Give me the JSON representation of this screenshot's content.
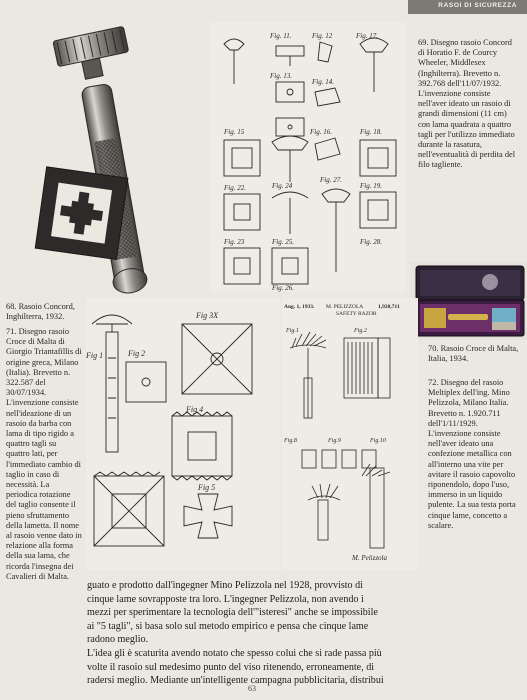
{
  "header": {
    "section": "RASOI DI SICUREZZA"
  },
  "captions": {
    "c69": "69. Disegno rasoio Concord di Horatio F. de Courcy Wheeler, Middlesex (Inghilterra). Brevetto n. 392.768 dell'11/07/1932. L'invenzione consiste nell'aver ideato un rasoio di grandi dimensioni (11 cm) con lama quadrata a quattro tagli per l'utilizzo immediato durante la rasatura, nell'eventualità di perdita del filo tagliente.",
    "c68": "68. Rasoio Concord, Inghilterra, 1932.",
    "c71": "71. Disegno rasoio Croce di Malta di Giorgio Triantafillis di origine greca, Milano (Italia). Brevetto n. 322.587 del 30/07/1934. L'invenzione consiste nell'ideazione di un rasoio da barba con lama di tipo rigido a quattro tagli su quattro lati, per l'immediato cambio di taglio in caso di necessità. La periodica rotazione del taglio consente il pieno sfruttamento della lametta. Il nome al rasoio venne dato in relazione alla forma della sua lama, che ricorda l'insegna dei Cavalieri di Malta.",
    "c70": "70. Rasoio Croce di Malta, Italia, 1934.",
    "c72": "72. Disegno del rasoio Meltiplex dell'ing. Mino Pelizzola, Milano Italia. Brevetto n. 1.920.711 dell'1/11/1929. L'invenzione consiste nell'aver ideato una confezione metallica con all'interno una vite per avitare il rasoio capovolto riponendolo, dopo l'uso, immerso in un liquido pulente. La sua testa porta cinque lame, concetto a scalare."
  },
  "figure_labels": {
    "fig11": "Fig. 11.",
    "fig12": "Fig. 12",
    "fig17": "Fig. 17.",
    "fig13": "Fig. 13.",
    "fig14": "Fig. 14.",
    "fig18": "Fig. 18.",
    "fig15": "Fig. 15",
    "fig16": "Fig. 16.",
    "fig19": "Fig. 19.",
    "fig22": "Fig. 22.",
    "fig24": "Fig. 24",
    "fig27": "Fig. 27.",
    "fig23": "Fig. 23",
    "fig25": "Fig. 25.",
    "fig28": "Fig. 28.",
    "fig26": "Fig. 26.",
    "fig1": "Fig 1",
    "fig2": "Fig 2",
    "fig3x": "Fig 3X",
    "fig4": "Fig 4",
    "fig5": "Fig 5",
    "fig8": "Fig.8",
    "fig9": "Fig.9",
    "fig10": "Fig.10",
    "fig1b": "Fig.1",
    "fig2b": "Fig.2"
  },
  "patent": {
    "date": "Aug. 1, 1933.",
    "inventor": "M. PELIZZOLA",
    "number": "1,920,711",
    "title": "SAFETY RAZOR",
    "signature": "M. Pelizzola"
  },
  "body": {
    "p1": "guato e prodotto dall'ingegner Mino Pelizzola nel 1928, provvisto di cinque lame sovrapposte tra loro. L'ingegner Pelizzola, non avendo i mezzi per sperimentare la tecnologia dell'\"isteresi\" anche se impossibile ai \"5 tagli\", si basa solo sul metodo empirico e pensa che cinque lame radono meglio.",
    "p2": "L'idea gli è scaturita avendo notato che spesso colui che si rade passa più volte il rasoio sul medesimo punto del viso ritenendo, erroneamente, di radersi meglio. Mediante un'intelligente campagna pubblicitaria, distribui"
  },
  "page_number": "63"
}
